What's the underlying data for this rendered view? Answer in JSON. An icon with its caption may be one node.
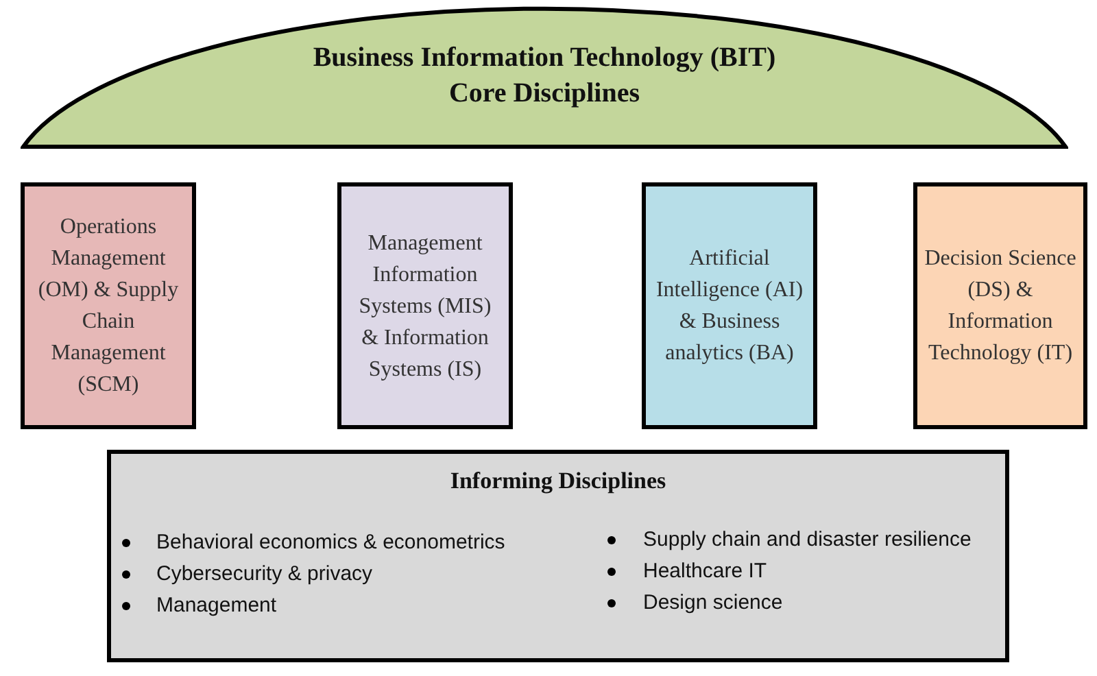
{
  "diagram": {
    "nodes": [
      {
        "text": [
          "Business Information Technology (BIT)",
          "Core Disciplines"
        ]
      },
      {
        "text": [
          "Operations Management (OM) & Supply Chain Management (SCM)"
        ]
      },
      {
        "text": [
          "Management Information Systems (MIS) & Information Systems (IS)"
        ]
      },
      {
        "text": [
          "Artificial Intelligence (AI) & Business analytics (BA)"
        ]
      },
      {
        "text": [
          "Decision Science (DS) & Information Technology (IT)"
        ]
      },
      {
        "text": [
          "Informing Disciplines",
          "Behavioral economics & econometrics",
          "Cybersecurity & privacy",
          "Management",
          "Supply chain and disaster resilience",
          "Healthcare IT",
          "Design science"
        ]
      }
    ]
  }
}
